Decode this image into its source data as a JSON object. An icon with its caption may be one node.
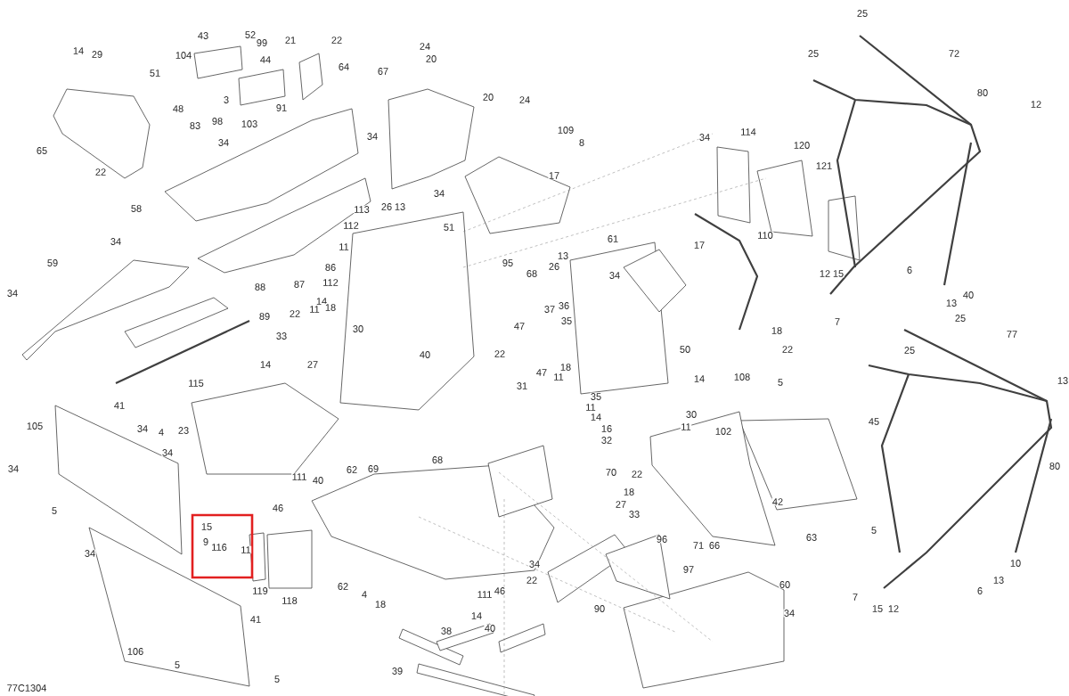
{
  "diagram": {
    "labels": [
      "25",
      "43",
      "52",
      "21",
      "22",
      "99",
      "24",
      "14",
      "29",
      "104",
      "25",
      "72",
      "44",
      "20",
      "64",
      "67",
      "51",
      "80",
      "20",
      "24",
      "3",
      "12",
      "91",
      "48",
      "98",
      "103",
      "83",
      "109",
      "114",
      "34",
      "34",
      "34",
      "8",
      "120",
      "65",
      "121",
      "22",
      "17",
      "34",
      "26",
      "13",
      "58",
      "113",
      "112",
      "51",
      "110",
      "61",
      "34",
      "17",
      "11",
      "13",
      "95",
      "59",
      "26",
      "86",
      "12",
      "15",
      "6",
      "68",
      "34",
      "112",
      "87",
      "88",
      "34",
      "40",
      "14",
      "13",
      "36",
      "18",
      "11",
      "37",
      "22",
      "89",
      "25",
      "35",
      "7",
      "47",
      "30",
      "18",
      "77",
      "33",
      "50",
      "22",
      "25",
      "40",
      "22",
      "14",
      "27",
      "47",
      "18",
      "11",
      "108",
      "14",
      "13",
      "5",
      "115",
      "31",
      "35",
      "41",
      "11",
      "14",
      "30",
      "45",
      "105",
      "11",
      "34",
      "4",
      "23",
      "16",
      "102",
      "32",
      "34",
      "68",
      "80",
      "69",
      "62",
      "34",
      "70",
      "22",
      "111",
      "40",
      "18",
      "42",
      "27",
      "46",
      "5",
      "33",
      "15",
      "5",
      "63",
      "96",
      "9",
      "71",
      "66",
      "116",
      "11",
      "34",
      "10",
      "34",
      "97",
      "22",
      "13",
      "60",
      "62",
      "119",
      "46",
      "6",
      "4",
      "111",
      "7",
      "118",
      "18",
      "90",
      "15",
      "12",
      "34",
      "14",
      "41",
      "40",
      "38",
      "106",
      "5",
      "39",
      "5",
      "77C1304"
    ]
  }
}
